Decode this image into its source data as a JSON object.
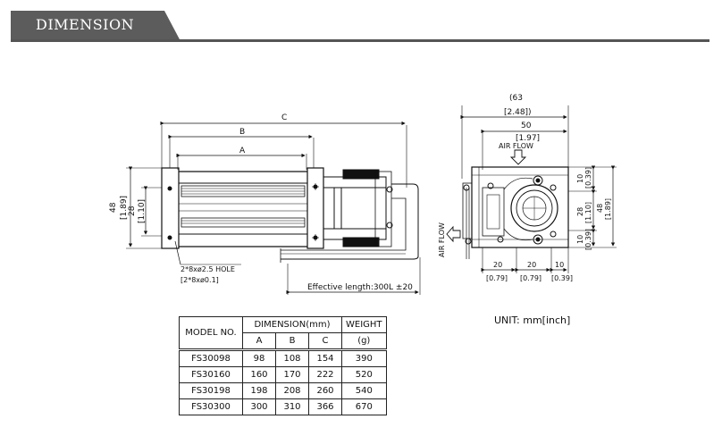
{
  "header": {
    "title": "DIMENSION"
  },
  "front_view": {
    "dim_c": "C",
    "dim_b": "B",
    "dim_a": "A",
    "dim_48": "48",
    "dim_189": "[1.89]",
    "dim_28": "28",
    "dim_110": "[1.10]",
    "hole_note": "2*8xø2.5 HOLE",
    "hole_note_inch": "[2*8xø0.1]",
    "effective_length": "Effective length:300L ±20"
  },
  "side_view": {
    "dim_63": "(63",
    "dim_248": "[2.48])",
    "dim_50": "50",
    "dim_197": "[1.97]",
    "air_flow_top": "AIR FLOW",
    "air_flow_left": "AIR FLOW",
    "r_10a": "10",
    "r_039a": "[0.39]",
    "r_28": "28",
    "r_110": "[1.10]",
    "r_48": "48",
    "r_189": "[1.89]",
    "r_10b": "10",
    "r_039b": "[0.39]",
    "b_20a": "20",
    "b_079a": "[0.79]",
    "b_20b": "20",
    "b_079b": "[0.79]",
    "b_10": "10",
    "b_039": "[0.39]"
  },
  "unit": "UNIT: mm[inch]",
  "table": {
    "model_header": "MODEL NO.",
    "dimension_header": "DIMENSION(mm)",
    "weight_header": "WEIGHT",
    "weight_unit": "(g)",
    "col_a": "A",
    "col_b": "B",
    "col_c": "C",
    "rows": [
      {
        "model": "FS30098",
        "a": "98",
        "b": "108",
        "c": "154",
        "weight": "390"
      },
      {
        "model": "FS30160",
        "a": "160",
        "b": "170",
        "c": "222",
        "weight": "520"
      },
      {
        "model": "FS30198",
        "a": "198",
        "b": "208",
        "c": "260",
        "weight": "540"
      },
      {
        "model": "FS30300",
        "a": "300",
        "b": "310",
        "c": "366",
        "weight": "670"
      }
    ]
  }
}
